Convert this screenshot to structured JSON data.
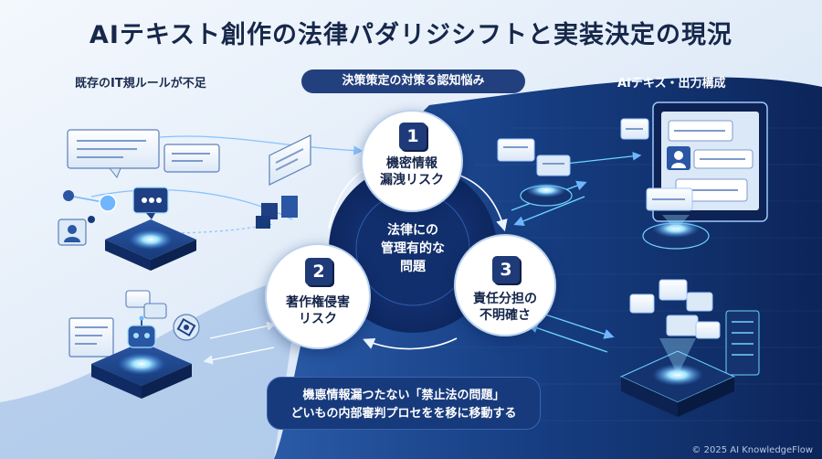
{
  "title": "AIテキスト創作の法律パダリジシフトと実装決定の現況",
  "left_section": {
    "label": "既存のIT規ルールが不足"
  },
  "right_section": {
    "label": "AIテキス・出力構成"
  },
  "top_pill": {
    "label": "決策策定の対策る認知悩み"
  },
  "nodes": [
    {
      "number": "1",
      "line1": "機密情報",
      "line2": "漏洩リスク"
    },
    {
      "number": "2",
      "line1": "著作権侵害",
      "line2": "リスク"
    },
    {
      "number": "3",
      "line1": "責任分担の",
      "line2": "不明確さ"
    }
  ],
  "center": {
    "line1": "法律にの",
    "line2": "管理有的な",
    "line3": "問題"
  },
  "bottom_pill": {
    "line1": "機㥁情報漏つたない「禁止法の問題」",
    "line2": "どいもの内部審判プロセをを移に移動する"
  },
  "footer": {
    "copyright": "© 2025 AI KnowledgeFlow"
  },
  "colors": {
    "dark_navy": "#0f2554",
    "accent_blue": "#4fa8ff",
    "glow": "#9fe3ff",
    "badge": "#1f3a78",
    "light_bg": "#eaf2fb"
  },
  "icons": [
    "chat-bubble-icon",
    "robot-icon",
    "network-icon",
    "openai-logo-icon",
    "user-icon",
    "monitor-icon",
    "server-icon",
    "platform-icon"
  ]
}
